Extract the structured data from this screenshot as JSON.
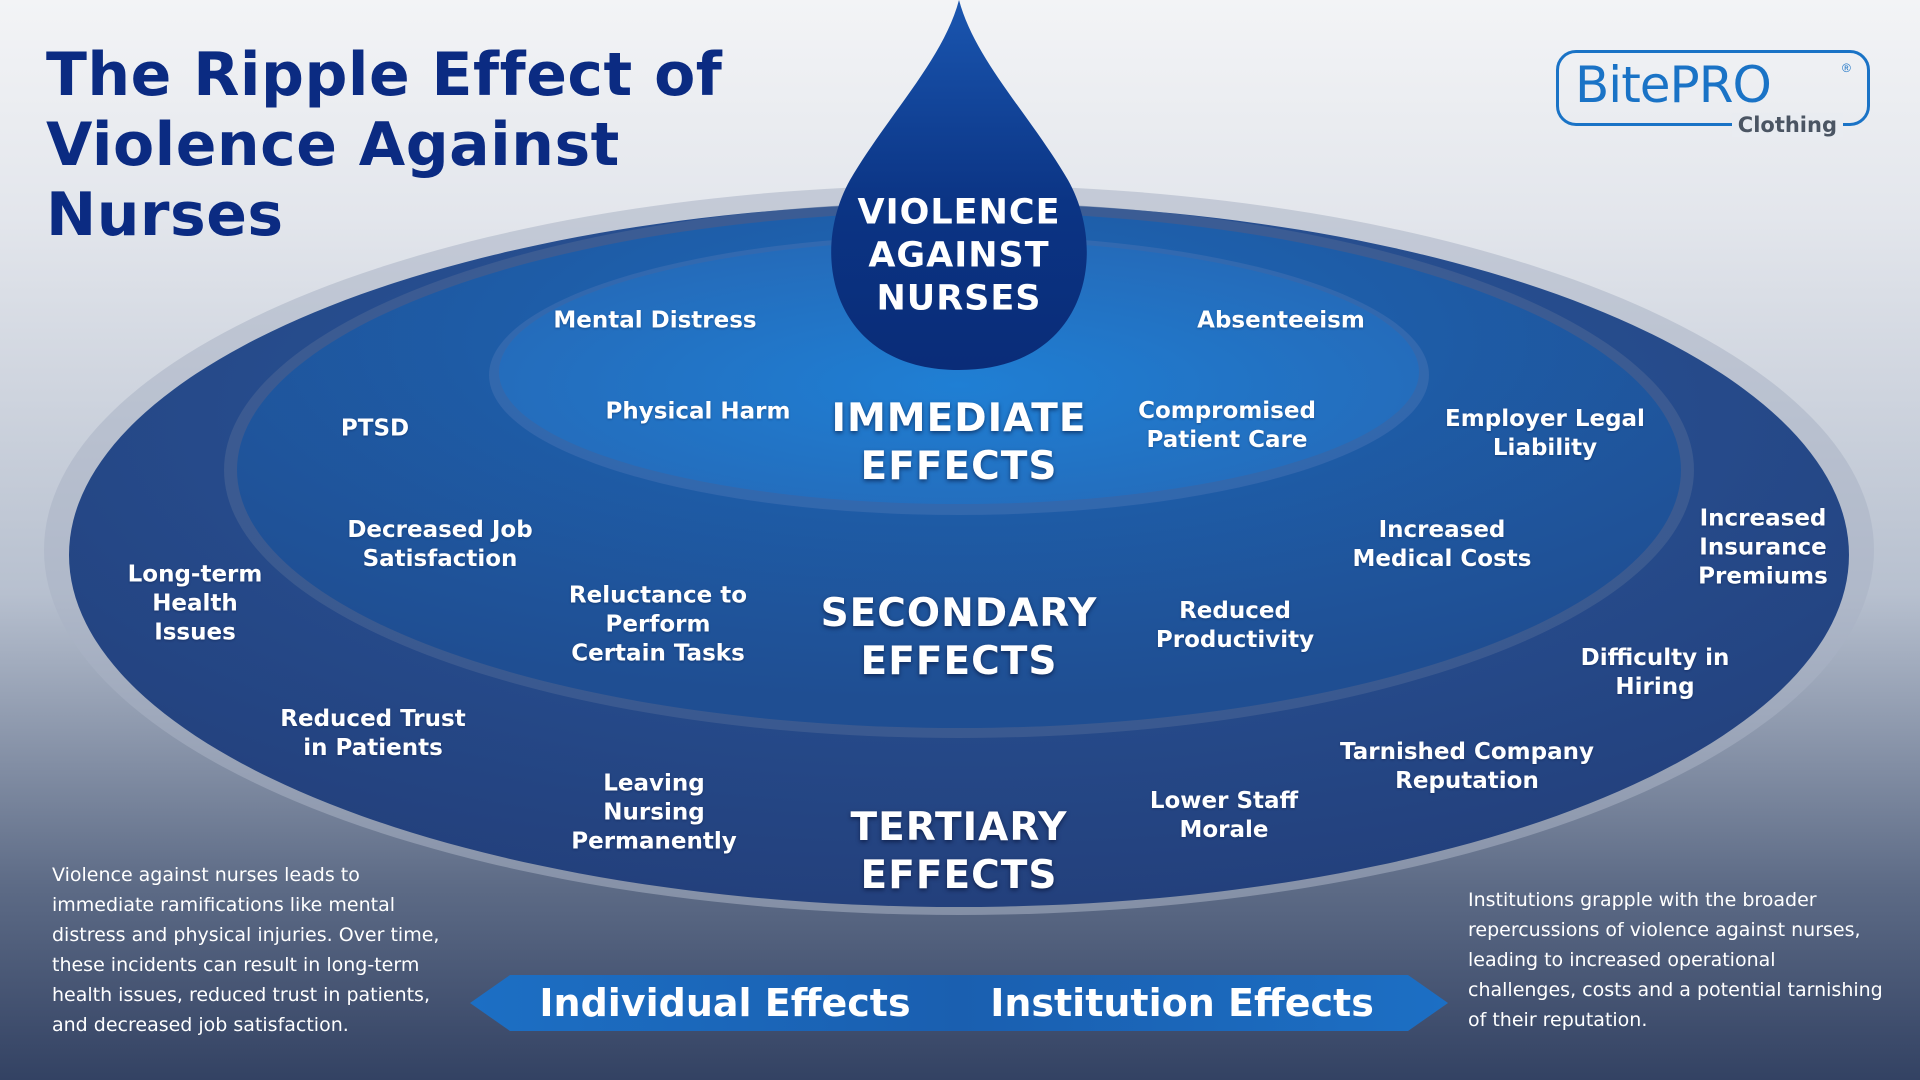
{
  "title": "The Ripple Effect of Violence Against Nurses",
  "logo": {
    "name": "BitePRO",
    "registered": "®",
    "sub": "Clothing"
  },
  "source": {
    "label": "VIOLENCE AGAINST NURSES"
  },
  "bands": {
    "immediate": "IMMEDIATE EFFECTS",
    "secondary": "SECONDARY EFFECTS",
    "tertiary": "TERTIARY EFFECTS"
  },
  "effects": {
    "mental_distress": "Mental Distress",
    "physical_harm": "Physical Harm",
    "absenteeism": "Absenteeism",
    "compromised_patient_care": "Compromised Patient Care",
    "ptsd": "PTSD",
    "decreased_job_satisfaction": "Decreased Job Satisfaction",
    "long_term_health": "Long-term Health Issues",
    "reluctance_tasks": "Reluctance to Perform Certain Tasks",
    "reduced_trust": "Reduced Trust in Patients",
    "leaving_nursing": "Leaving Nursing Permanently",
    "employer_legal": "Employer Legal Liability",
    "increased_medical": "Increased Medical Costs",
    "increased_insurance": "Increased Insurance Premiums",
    "reduced_productivity": "Reduced Productivity",
    "difficulty_hiring": "Difficulty in Hiring",
    "tarnished_reputation": "Tarnished Company Reputation",
    "lower_morale": "Lower Staff Morale"
  },
  "arrow": {
    "left": "Individual Effects",
    "right": "Institution Effects"
  },
  "descriptions": {
    "left": "Violence against nurses leads to immediate ramifications like mental distress and physical injuries. Over time, these incidents can result in long-term health issues, reduced trust in patients, and decreased job satisfaction.",
    "right": "Institutions grapple with the broader repercussions of violence against nurses, leading to increased operational challenges, costs and a potential tarnishing of their reputation."
  },
  "colors": {
    "title": "#0b2b82",
    "brand": "#1a73c6",
    "outer_ring": "#24427f",
    "middle_ring": "#1c5aa6",
    "inner_ring": "#1e74c8",
    "drop": "#0a2f7e",
    "arrow": "#1f70c2"
  }
}
